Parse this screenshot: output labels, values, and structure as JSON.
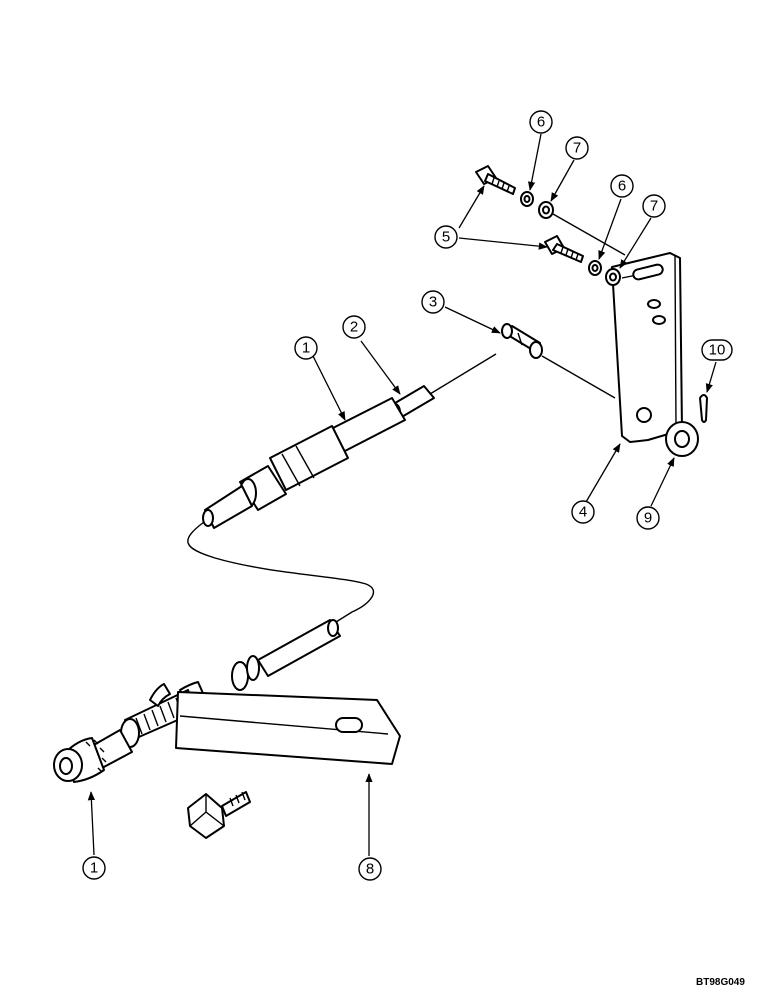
{
  "diagram": {
    "callouts": [
      {
        "id": "c1a",
        "label": "1"
      },
      {
        "id": "c2",
        "label": "2"
      },
      {
        "id": "c3",
        "label": "3"
      },
      {
        "id": "c4",
        "label": "4"
      },
      {
        "id": "c5",
        "label": "5"
      },
      {
        "id": "c6a",
        "label": "6"
      },
      {
        "id": "c6b",
        "label": "6"
      },
      {
        "id": "c7a",
        "label": "7"
      },
      {
        "id": "c7b",
        "label": "7"
      },
      {
        "id": "c8",
        "label": "8"
      },
      {
        "id": "c9",
        "label": "9"
      },
      {
        "id": "c10",
        "label": "10"
      },
      {
        "id": "c1b",
        "label": "1"
      }
    ],
    "drawing_code": "BT98G049"
  }
}
